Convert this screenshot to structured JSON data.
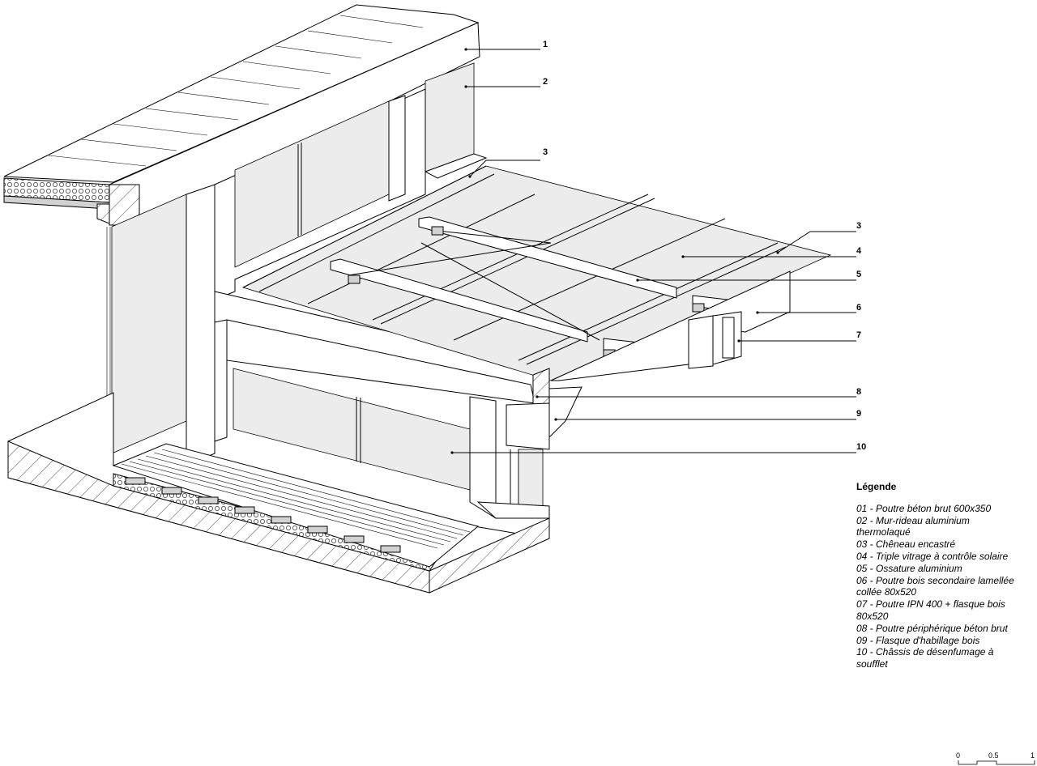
{
  "callouts": [
    {
      "num": "1"
    },
    {
      "num": "2"
    },
    {
      "num": "3"
    },
    {
      "num": "3"
    },
    {
      "num": "4"
    },
    {
      "num": "5"
    },
    {
      "num": "6"
    },
    {
      "num": "7"
    },
    {
      "num": "8"
    },
    {
      "num": "9"
    },
    {
      "num": "10"
    }
  ],
  "legend": {
    "title": "Légende",
    "items": [
      "01 - Poutre béton brut 600x350",
      "02 - Mur-rideau aluminium thermolaqué",
      "03 - Chêneau encastré",
      "04 - Triple vitrage à contrôle solaire",
      "05 - Ossature aluminium",
      "06 - Poutre bois secondaire lamellée collée 80x520",
      "07 - Poutre IPN 400 + flasque bois 80x520",
      "08 - Poutre périphérique béton brut",
      "09 - Flasque d'habillage bois",
      "10 - Châssis de désenfumage à soufflet"
    ]
  },
  "scale": {
    "labels": [
      "0",
      "0.5",
      "1"
    ]
  }
}
